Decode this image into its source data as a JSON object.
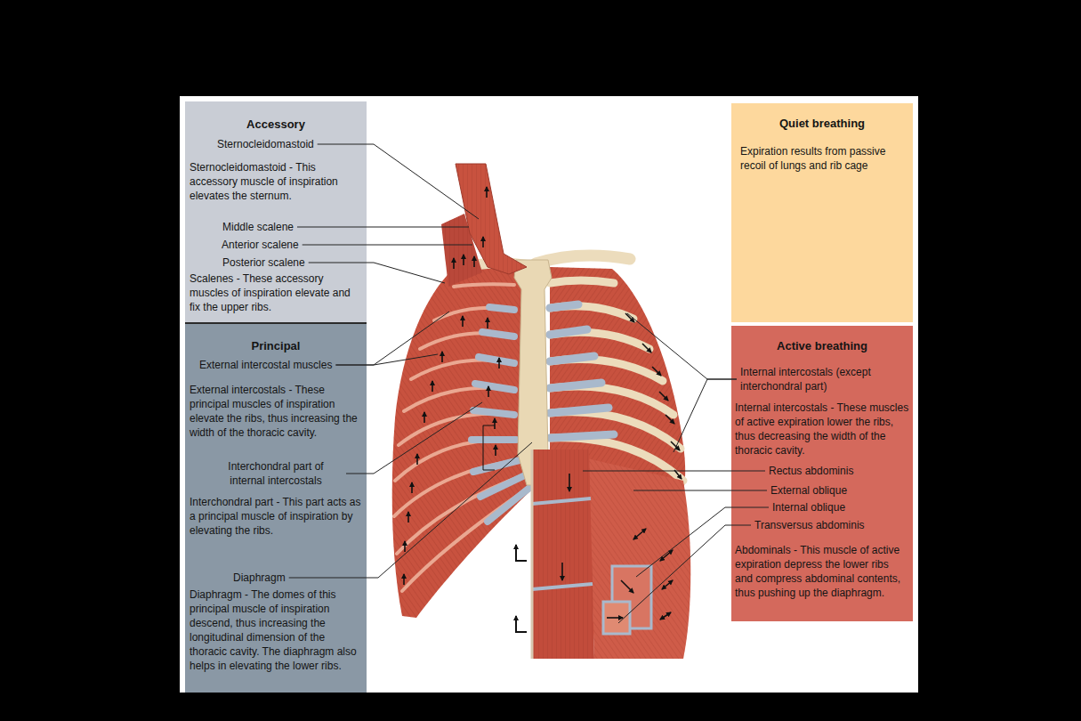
{
  "diagram": {
    "nodes": [
      {
        "text": [
          "Accessory",
          "Sternocleidomastoid",
          "Sternocleidomastoid - This accessory muscle of inspiration elevates the sternum.",
          "Middle scalene",
          "Anterior scalene",
          "Posterior scalene",
          "Scalenes - These accessory muscles of inspiration elevate and fix the upper ribs."
        ]
      },
      {
        "text": [
          "Principal",
          "External intercostal muscles",
          "External intercostals - These principal muscles of inspiration elevate the ribs, thus increasing the width of the thoracic cavity.",
          "Interchondral part of internal intercostals",
          "Interchondral part - This part acts as a principal muscle of inspiration by elevating the ribs.",
          "Diaphragm",
          "Diaphragm - The domes of this principal muscle of inspiration descend, thus increasing the longitudinal dimension of the thoracic cavity. The diaphragm also helps in elevating the lower ribs."
        ]
      },
      {
        "text": [
          "Quiet breathing",
          "Expiration results from passive recoil of lungs and rib cage"
        ]
      },
      {
        "text": [
          "Active breathing",
          "Internal intercostals (except interchondral part)",
          "Internal intercostals - These muscles of active expiration lower the ribs, thus decreasing the width of the thoracic cavity.",
          "Rectus abdominis",
          "External oblique",
          "Internal oblique",
          "Transversus abdominis",
          "Abdominals - This muscle of active expiration depress the lower ribs and compress abdominal contents, thus pushing up the diaphragm."
        ]
      }
    ]
  }
}
